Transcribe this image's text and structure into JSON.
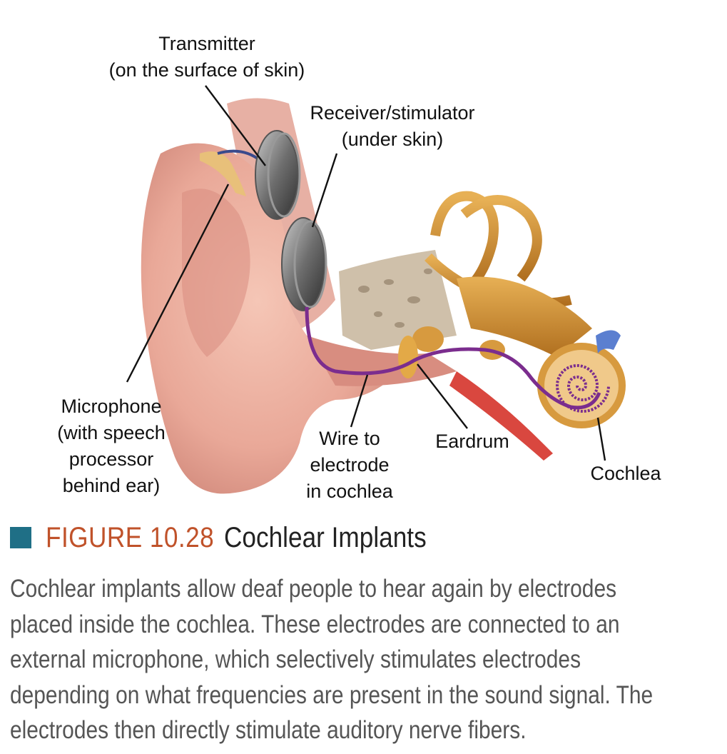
{
  "labels": {
    "transmitter": [
      "Transmitter",
      "(on the surface of skin)"
    ],
    "receiver": [
      "Receiver/stimulator",
      "(under skin)"
    ],
    "microphone": [
      "Microphone",
      "(with speech",
      "processor",
      "behind ear)"
    ],
    "wire": [
      "Wire to",
      "electrode",
      "in cochlea"
    ],
    "eardrum": [
      "Eardrum"
    ],
    "cochlea": [
      "Cochlea"
    ]
  },
  "caption": {
    "figure_number": "FIGURE 10.28",
    "title": "Cochlear Implants",
    "text": "Cochlear implants allow deaf people to hear again by electrodes placed inside the cochlea. These electrodes are connected to an external microphone, which selectively stimulates electrodes depending on what frequencies are present in the sound signal. The electrodes then directly stimulate auditory nerve fibers."
  },
  "colors": {
    "accent_square": "#1f6f86",
    "figure_number": "#c0522a",
    "skin": "#e9a898",
    "bone": "#c98a2e",
    "wire": "#7b2d8e"
  }
}
